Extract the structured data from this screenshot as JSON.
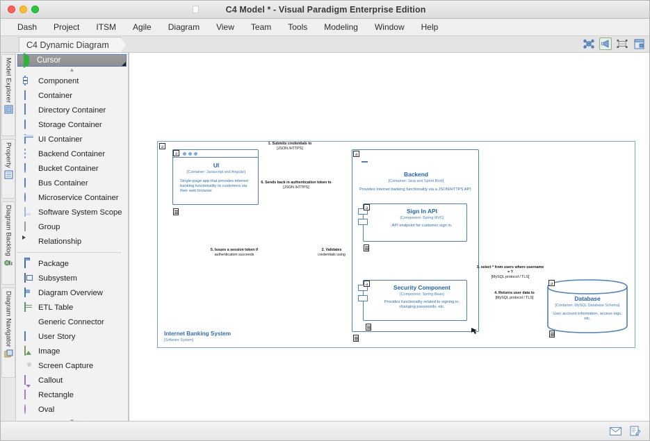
{
  "window": {
    "title": "C4 Model * - Visual Paradigm Enterprise Edition",
    "traffic_lights": [
      "close",
      "minimize",
      "maximize"
    ]
  },
  "menubar": {
    "items": [
      {
        "label": "Dash"
      },
      {
        "label": "Project"
      },
      {
        "label": "ITSM"
      },
      {
        "label": "Agile"
      },
      {
        "label": "Diagram"
      },
      {
        "label": "View"
      },
      {
        "label": "Team"
      },
      {
        "label": "Tools"
      },
      {
        "label": "Modeling"
      },
      {
        "label": "Window"
      },
      {
        "label": "Help"
      }
    ]
  },
  "tabbar": {
    "active_tab": "C4 Dynamic Diagram",
    "tools": [
      {
        "name": "spider-diagram-icon"
      },
      {
        "name": "megaphone-icon",
        "selected": true
      },
      {
        "name": "resize-handles-icon"
      },
      {
        "name": "window-layout-icon"
      }
    ]
  },
  "rail": {
    "tabs": [
      {
        "label": "Model Explorer",
        "icon": "model-explorer-icon"
      },
      {
        "label": "Property",
        "icon": "property-icon"
      },
      {
        "label": "Diagram Backlog",
        "icon": "diagram-backlog-icon"
      },
      {
        "label": "Diagram Navigator",
        "icon": "diagram-navigator-icon"
      }
    ]
  },
  "palette": {
    "cursor_label": "Cursor",
    "scroll_up": "▲",
    "scroll_down": "▼",
    "group_a": [
      {
        "label": "Component",
        "icon": "component-icon"
      },
      {
        "label": "Container",
        "icon": "container-icon"
      },
      {
        "label": "Directory Container",
        "icon": "directory-container-icon"
      },
      {
        "label": "Storage Container",
        "icon": "storage-container-icon"
      },
      {
        "label": "UI Container",
        "icon": "ui-container-icon"
      },
      {
        "label": "Backend Container",
        "icon": "backend-container-icon"
      },
      {
        "label": "Bucket Container",
        "icon": "bucket-container-icon"
      },
      {
        "label": "Bus Container",
        "icon": "bus-container-icon"
      },
      {
        "label": "Microservice Container",
        "icon": "microservice-container-icon"
      },
      {
        "label": "Software System Scope",
        "icon": "software-system-scope-icon"
      },
      {
        "label": "Group",
        "icon": "group-icon"
      },
      {
        "label": "Relationship",
        "icon": "relationship-icon"
      }
    ],
    "group_b": [
      {
        "label": "Package",
        "icon": "package-icon"
      },
      {
        "label": "Subsystem",
        "icon": "subsystem-icon"
      },
      {
        "label": "Diagram Overview",
        "icon": "diagram-overview-icon"
      },
      {
        "label": "ETL Table",
        "icon": "etl-table-icon"
      },
      {
        "label": "Generic Connector",
        "icon": "generic-connector-icon"
      },
      {
        "label": "User Story",
        "icon": "user-story-icon"
      },
      {
        "label": "Image",
        "icon": "image-icon"
      },
      {
        "label": "Screen Capture",
        "icon": "screen-capture-icon"
      },
      {
        "label": "Callout",
        "icon": "callout-icon"
      },
      {
        "label": "Rectangle",
        "icon": "rectangle-icon"
      },
      {
        "label": "Oval",
        "icon": "oval-icon"
      }
    ]
  },
  "diagram": {
    "boundary": {
      "name": "Internet Banking System",
      "stereotype": "[Software System]",
      "marker": "a"
    },
    "nodes": [
      {
        "id": "ui",
        "title": "UI",
        "stereotype": "[Container: Javascript and Angular]",
        "description": "Single-page app that provides internet banking functionality to customers via their web browser.",
        "marker": "a"
      },
      {
        "id": "backend",
        "title": "Backend",
        "stereotype": "[Container: Java and Sprint Boot]",
        "description": "Provides Internet banking functionality via a JSON/HTTPS API",
        "marker": "a"
      },
      {
        "id": "signin",
        "title": "Sign In API",
        "stereotype": "[Component: Spring MVC]",
        "description": "API endpoint for customer sign in.",
        "marker": "a"
      },
      {
        "id": "security",
        "title": "Security Component",
        "stereotype": "[Component: Spring Bean]",
        "description": "Provides functionality related to signing in, changing passwords, etc.",
        "marker": "a"
      },
      {
        "id": "database",
        "title": "Database",
        "stereotype": "[Container: MySQL Database Schema]",
        "description": "User account information, access logs, etc.",
        "marker": "a"
      }
    ],
    "connections": [
      {
        "id": "c1",
        "label": "1. Submits credentials to",
        "protocol": "[JSON /HTTPS]"
      },
      {
        "id": "c2",
        "label": "2. Validates",
        "protocol": "credentials using"
      },
      {
        "id": "c3",
        "label": "3. select * from users where username",
        "protocol2": "= ?",
        "protocol": "[MySQL protocol / TLS]"
      },
      {
        "id": "c4",
        "label": "4. Returns user data to",
        "protocol": "[MySQL protocol / TLS]"
      },
      {
        "id": "c5",
        "label": "5. Issues a session token if",
        "protocol": "authentication succeeds"
      },
      {
        "id": "c6",
        "label": "6. Sends back in authentication token to",
        "protocol": "[JSON /HTTPS]"
      }
    ]
  },
  "statusbar": {
    "icons": [
      {
        "name": "message-icon"
      },
      {
        "name": "note-edit-icon"
      }
    ]
  },
  "colors": {
    "accent_blue": "#1e63ad",
    "node_border": "#4a7fc1",
    "boundary_border": "#7aa2d4",
    "selection": "#5b7fb9"
  }
}
